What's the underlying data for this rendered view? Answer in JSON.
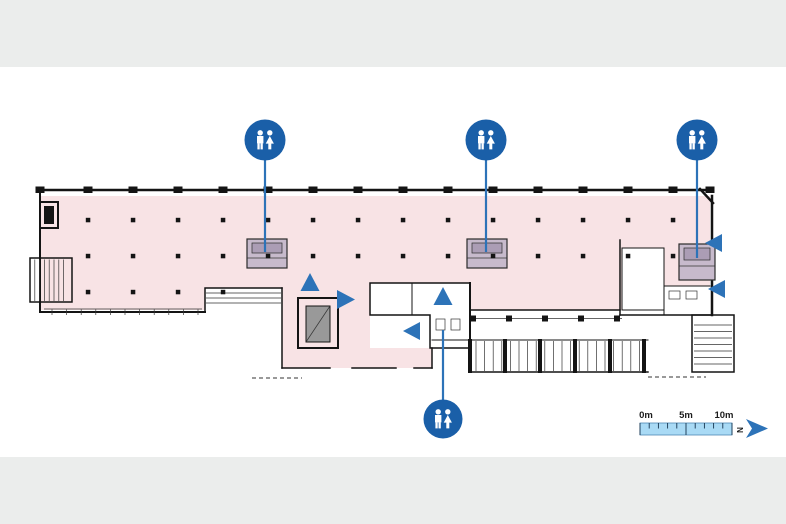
{
  "scalebar": {
    "label_0": "0m",
    "label_5": "5m",
    "label_10": "10m",
    "north_label": "N"
  },
  "markers": {
    "restrooms": [
      {
        "name": "restroom-marker-top-left",
        "icon": "wc-men-women-icon"
      },
      {
        "name": "restroom-marker-top-center",
        "icon": "wc-men-women-icon"
      },
      {
        "name": "restroom-marker-top-right",
        "icon": "wc-men-women-icon"
      },
      {
        "name": "restroom-marker-bottom",
        "icon": "wc-men-women-icon"
      }
    ],
    "entrance_arrows": [
      {
        "name": "entrance-arrow-up-1",
        "direction": "up"
      },
      {
        "name": "entrance-arrow-right-1",
        "direction": "right"
      },
      {
        "name": "entrance-arrow-up-2",
        "direction": "up"
      },
      {
        "name": "entrance-arrow-left-1",
        "direction": "left"
      },
      {
        "name": "entrance-arrow-left-2",
        "direction": "left"
      },
      {
        "name": "entrance-arrow-left-3",
        "direction": "left"
      }
    ]
  },
  "colors": {
    "marker_blue": "#1a5fa8",
    "line_blue": "#2d73b8",
    "floor_pink": "#f8e3e5",
    "core_fill": "#c7bacc",
    "band_gray": "#ebedec",
    "scalebar_fill": "#a9daf5"
  }
}
